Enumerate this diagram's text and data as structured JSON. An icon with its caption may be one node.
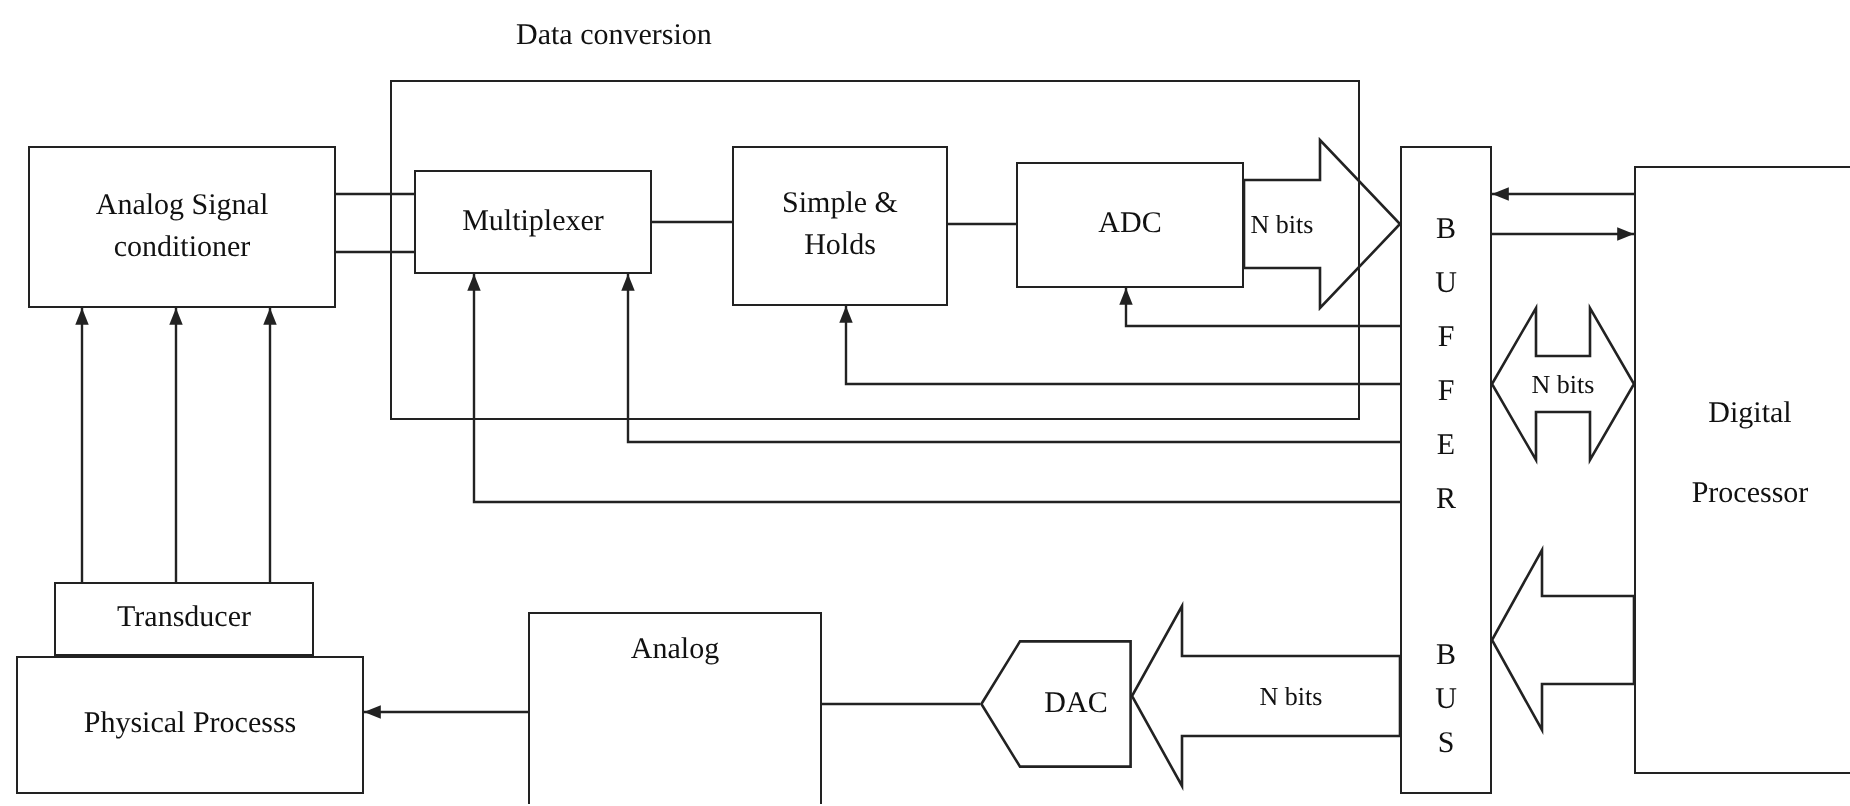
{
  "diagram": {
    "nodes": [
      {
        "text": [
          "Analog Signal conditioner"
        ]
      },
      {
        "text": [
          "Data conversion"
        ]
      },
      {
        "text": [
          "Multiplexer"
        ],
        "in": 1
      },
      {
        "text": [
          "Simple & Holds"
        ],
        "in": 1
      },
      {
        "text": [
          "ADC"
        ],
        "in": 1
      },
      {
        "text": [
          "BUFFER",
          "BUS"
        ]
      },
      {
        "text": [
          "Digital Processor"
        ]
      },
      {
        "text": [
          "Transducer"
        ]
      },
      {
        "text": [
          "Physical Processs"
        ]
      },
      {
        "text": [
          "Analog"
        ]
      },
      {
        "text": [
          "DAC"
        ]
      }
    ],
    "edges": [
      {
        "from": 7,
        "to": 0,
        "arrow": "to"
      },
      {
        "from": 7,
        "to": 0,
        "arrow": "to"
      },
      {
        "from": 7,
        "to": 0,
        "arrow": "to"
      },
      {
        "from": 0,
        "to": 2,
        "arrow": "none"
      },
      {
        "from": 0,
        "to": 2,
        "arrow": "none"
      },
      {
        "from": 2,
        "to": 3,
        "arrow": "none"
      },
      {
        "from": 3,
        "to": 4,
        "arrow": "none"
      },
      {
        "from": 4,
        "to": 5,
        "arrow": "to",
        "label": "N bits",
        "style": "thick"
      },
      {
        "from": 5,
        "to": 4,
        "arrow": "to"
      },
      {
        "from": 5,
        "to": 3,
        "arrow": "to"
      },
      {
        "from": 5,
        "to": 2,
        "arrow": "to"
      },
      {
        "from": 5,
        "to": 2,
        "arrow": "to"
      },
      {
        "from": 6,
        "to": 5,
        "arrow": "to"
      },
      {
        "from": 5,
        "to": 6,
        "arrow": "to"
      },
      {
        "from": 5,
        "to": 6,
        "arrow": "both",
        "label": "N bits",
        "style": "thick"
      },
      {
        "from": 6,
        "to": 5,
        "arrow": "to",
        "style": "thick"
      },
      {
        "from": 5,
        "to": 10,
        "arrow": "to",
        "label": "N bits",
        "style": "thick"
      },
      {
        "from": 10,
        "to": 9,
        "arrow": "none"
      },
      {
        "from": 9,
        "to": 8,
        "arrow": "to"
      }
    ]
  }
}
